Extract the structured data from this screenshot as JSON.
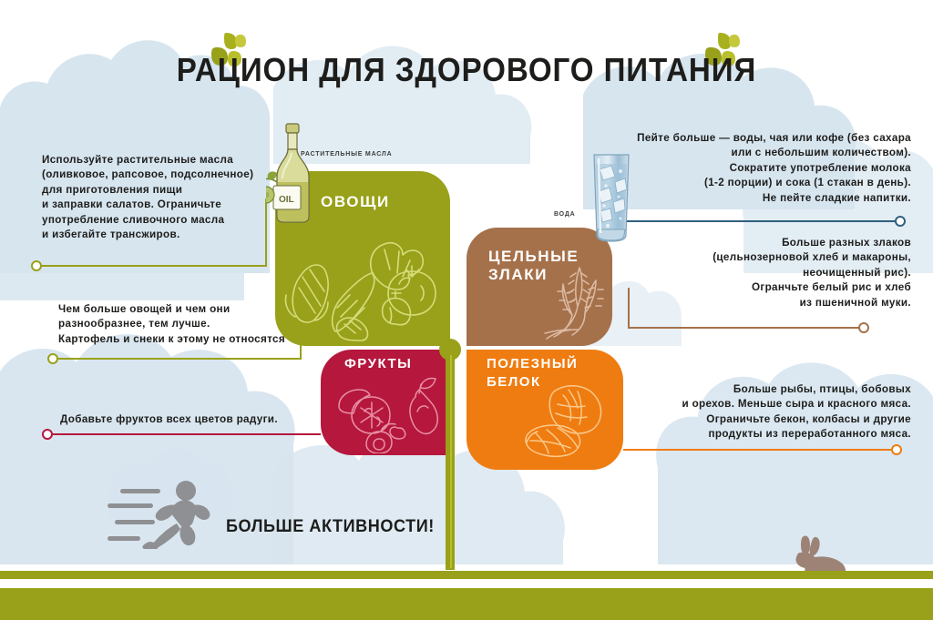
{
  "title": "РАЦИОН ДЛЯ ЗДОРОВОГО ПИТАНИЯ",
  "plate": {
    "vegetables": {
      "label": "ОВОЩИ",
      "color": "#98a119",
      "items_icon": "vegetables-sketch-icon"
    },
    "grains": {
      "label": "ЦЕЛЬНЫЕ\nЗЛАКИ",
      "color": "#a5714b",
      "items_icon": "wheat-sketch-icon"
    },
    "fruits": {
      "label": "ФРУКТЫ",
      "color": "#b5173d",
      "items_icon": "fruits-sketch-icon"
    },
    "protein": {
      "label": "ПОЛЕЗНЫЙ\nБЕЛОК",
      "color": "#ef7c10",
      "items_icon": "nuts-sketch-icon"
    }
  },
  "mini_labels": {
    "oils": "РАСТИТЕЛЬНЫЕ МАСЛА",
    "water": "ВОДА"
  },
  "callouts": {
    "oils": "Используйте растительные масла\n(оливковое, рапсовое, подсолнечное)\nдля приготовления пищи\nи заправки салатов. Ограничьте\nупотребление сливочного масла\nи избегайте трансжиров.",
    "vegetables": "Чем больше овощей и чем они\nразнообразнее, тем лучше.\nКартофель и снеки к этому не относятся",
    "fruits": "Добавьте фруктов всех цветов радуги.",
    "water": "Пейте больше — воды, чая или кофе (без сахара\nили с небольшим количеством).\nСократите употребление молока\n(1-2 порции) и сока (1 стакан в день).\nНе пейте сладкие напитки.",
    "grains": "Больше разных злаков\n(цельнозерновой хлеб и макароны,\nнеочищенный рис).\nОгранчьте белый рис и хлеб\nиз пшеничной муки.",
    "protein": "Больше рыбы, птицы, бобовых\nи орехов. Меньше сыра и красного мяса.\nОграничьте бекон, колбасы и другие\nпродукты из переработанного мяса."
  },
  "activity": {
    "text": "БОЛЬШЕ АКТИВНОСТИ!",
    "runner_icon": "running-person-icon",
    "rabbit_icon": "rabbit-icon"
  },
  "colors": {
    "olive": "#98a119",
    "brown": "#a5714b",
    "crimson": "#b5173d",
    "orange": "#ef7c10",
    "water_blue": "#30607f",
    "cloud": "#d7e5ef",
    "oil_label_yellow": "#c8c83c",
    "ink": "#1d1d1b",
    "runner_gray": "#8f9093",
    "rabbit_brown": "#9c8376"
  },
  "decor": {
    "leaf_motif": "four-leaf-motif-icon"
  }
}
